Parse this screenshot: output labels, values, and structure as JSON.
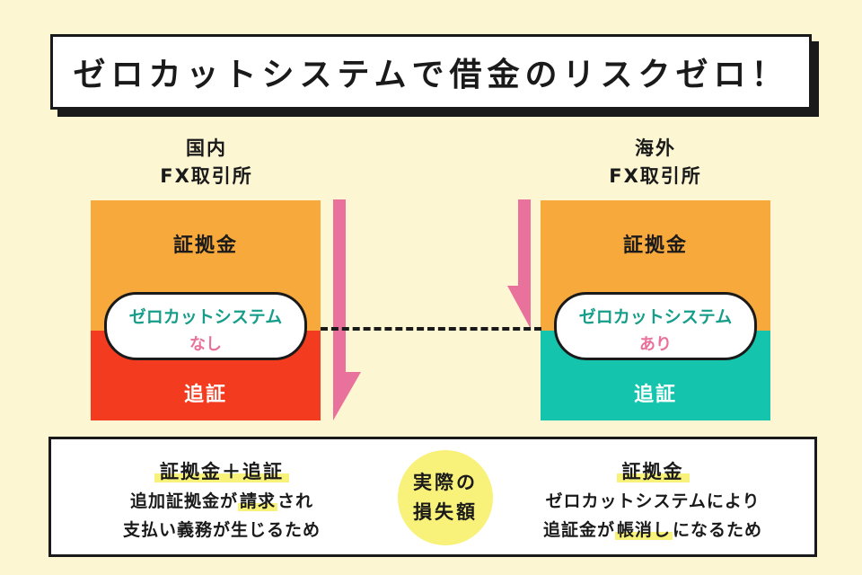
{
  "title": "ゼロカットシステムで借金のリスクゼロ！",
  "columns": [
    {
      "label_line1": "国内",
      "label_line2": "FX取引所",
      "top_segment": "証拠金",
      "bottom_segment": "追証",
      "pill_title": "ゼロカットシステム",
      "pill_status": "なし",
      "bottom_color": "#f23b1f"
    },
    {
      "label_line1": "海外",
      "label_line2": "FX取引所",
      "top_segment": "証拠金",
      "bottom_segment": "追証",
      "pill_title": "ゼロカットシステム",
      "pill_status": "あり",
      "bottom_color": "#14c4ad"
    }
  ],
  "summary": {
    "center_line1": "実際の",
    "center_line2": "損失額",
    "left_heading": "証拠金＋追証",
    "left_line1_pre": "追加証拠金が",
    "left_line1_hl": "請求",
    "left_line1_post": "され",
    "left_line2": "支払い義務が生じるため",
    "right_heading": "証拠金",
    "right_line1": "ゼロカットシステムにより",
    "right_line2_pre": "追証金が",
    "right_line2_hl": "帳消し",
    "right_line2_post": "になるため"
  },
  "colors": {
    "background": "#fdf6d3",
    "orange": "#f7a93c",
    "red": "#f23b1f",
    "teal": "#14c4ad",
    "pink_arrow": "#e8729b",
    "highlight": "#f8f27a"
  }
}
